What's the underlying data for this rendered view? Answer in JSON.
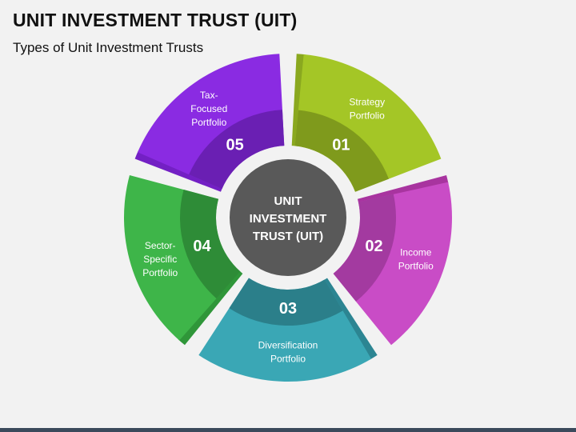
{
  "title": "UNIT INVESTMENT TRUST (UIT)",
  "subtitle": "Types of Unit Investment Trusts",
  "center": {
    "lines": [
      "UNIT",
      "INVESTMENT",
      "TRUST (UIT)"
    ],
    "color": "#595959"
  },
  "segments": [
    {
      "number": "01",
      "label": [
        "Strategy",
        "Portfolio"
      ],
      "color": "#a4c626",
      "dark": "#7f9a1c",
      "shadow": "#8aa81f"
    },
    {
      "number": "02",
      "label": [
        "Income",
        "Portfolio"
      ],
      "color": "#c94cc6",
      "dark": "#a33aa0",
      "shadow": "#a8349f"
    },
    {
      "number": "03",
      "label": [
        "Diversification",
        "Portfolio"
      ],
      "color": "#3aa7b5",
      "dark": "#2b7f8a",
      "shadow": "#2c8592"
    },
    {
      "number": "04",
      "label": [
        "Sector-",
        "Specific",
        "Portfolio"
      ],
      "color": "#3eb549",
      "dark": "#2e8c37",
      "shadow": "#2f9639"
    },
    {
      "number": "05",
      "label": [
        "Tax-",
        "Focused",
        "Portfolio"
      ],
      "color": "#8a2be2",
      "dark": "#6a1fb3",
      "shadow": "#7320c4"
    }
  ]
}
